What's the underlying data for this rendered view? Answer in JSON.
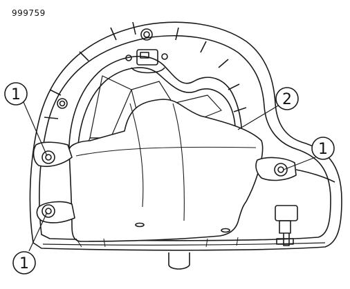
{
  "figure_id": "999759",
  "callouts": [
    {
      "id": "c1a",
      "label": "1"
    },
    {
      "id": "c1b",
      "label": "1"
    },
    {
      "id": "c1c",
      "label": "1"
    },
    {
      "id": "c2",
      "label": "2"
    }
  ]
}
